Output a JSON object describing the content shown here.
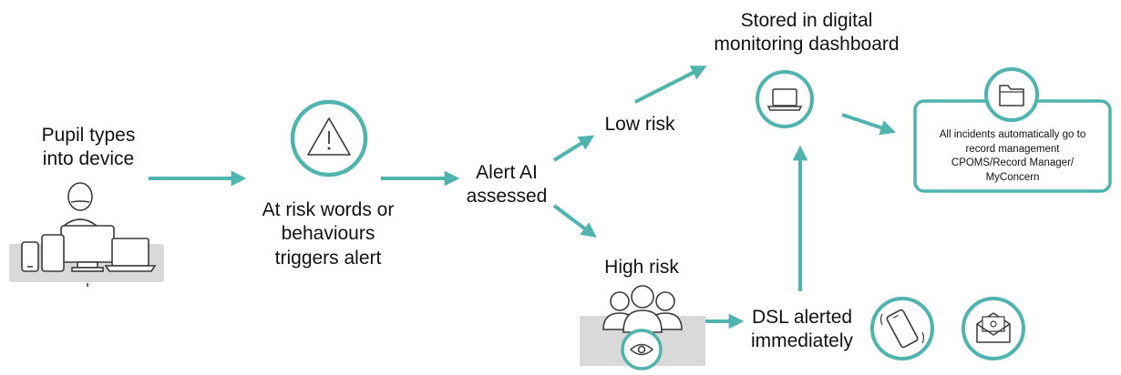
{
  "pupil_label": "Pupil types into device",
  "alert_label": "At risk words or behaviours triggers alert",
  "ai_label": "Alert AI assessed",
  "low_risk_label": "Low risk",
  "high_risk_label": "High risk",
  "dashboard_label": "Stored in digital monitoring dashboard",
  "records_label": "All incidents automatically go to record management CPOMS/Record Manager/ MyConcern",
  "dsl_label": "DSL alerted immediately",
  "colors": {
    "accent": "#4fb3ae",
    "panel": "#d9d9d9",
    "icon": "#3a3a3a"
  },
  "icons": [
    "pupil-devices-icon",
    "warning-icon",
    "laptop-icon",
    "folder-icon",
    "group-eye-icon",
    "phone-icon",
    "email-icon"
  ]
}
